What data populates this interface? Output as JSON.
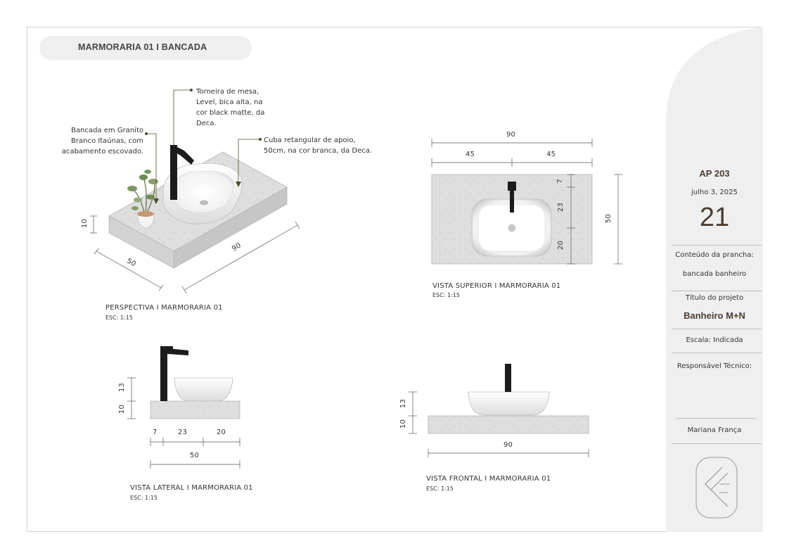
{
  "header": {
    "title": "MARMORARIA 01 I BANCADA"
  },
  "annotations": {
    "faucet": [
      "Torneira de mesa,",
      "Level, bica alta, na",
      "cor black matte, da",
      "Deca."
    ],
    "countertop": [
      "Bancada em Granito",
      "Branco Itaúnas, com",
      "acabamento escovado."
    ],
    "basin": [
      "Cuba retangular de apoio,",
      "50cm, na cor branca, da Deca."
    ]
  },
  "views": {
    "perspective": {
      "label": "PERSPECTIVA I MARMORARIA 01",
      "scale": "ESC: 1:15",
      "dims": {
        "height": "10",
        "depth": "50",
        "width": "90"
      }
    },
    "top": {
      "label": "VISTA SUPERIOR I MARMORARIA 01",
      "scale": "ESC: 1:15",
      "dims": {
        "total": "90",
        "half_left": "45",
        "half_right": "45",
        "d1": "7",
        "d2": "23",
        "d3": "20",
        "depth": "50"
      }
    },
    "side": {
      "label": "VISTA LATERAL I MARMORARIA 01",
      "scale": "ESC: 1:15",
      "dims": {
        "basin_h": "13",
        "slab_h": "10",
        "d1": "7",
        "d2": "23",
        "d3": "20",
        "total": "50"
      }
    },
    "front": {
      "label": "VISTA FRONTAL I MARMORARIA 01",
      "scale": "ESC: 1:15",
      "dims": {
        "basin_h": "13",
        "slab_h": "10",
        "total": "90"
      }
    }
  },
  "title_block": {
    "apartment": "AP 203",
    "date": "julho 3, 2025",
    "sheet_number": "21",
    "content_label": "Conteúdo da prancha:",
    "content_value": "bancada banheiro",
    "project_label": "Título do projeto",
    "project_value": "Banheiro M+N",
    "scale_text": "Escala: Indicada",
    "responsible_label": "Responsável Técnico:",
    "responsible_name": "Mariana França"
  },
  "colors": {
    "stone": "#dcdcdc",
    "stone_dark": "#bdbdbd",
    "basin": "#f4f4f4",
    "faucet": "#1c1c1c",
    "dim_line": "#555555",
    "leader": "#4b4b2f",
    "title_block_bg": "#efefef",
    "accent_text": "#5a4a3a"
  }
}
